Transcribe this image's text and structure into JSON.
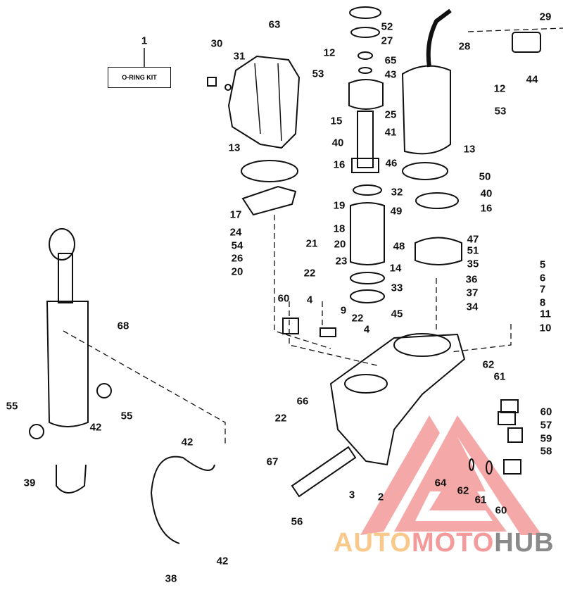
{
  "kit_box": "O-RING KIT",
  "labels": [
    "1",
    "30",
    "31",
    "63",
    "12",
    "53",
    "15",
    "40",
    "16",
    "13",
    "17",
    "24",
    "54",
    "26",
    "20",
    "21",
    "19",
    "18",
    "20",
    "22",
    "23",
    "60",
    "4",
    "9",
    "22",
    "4",
    "52",
    "27",
    "65",
    "43",
    "25",
    "41",
    "46",
    "14",
    "33",
    "45",
    "29",
    "28",
    "44",
    "12",
    "53",
    "13",
    "50",
    "40",
    "16",
    "32",
    "49",
    "47",
    "48",
    "51",
    "35",
    "36",
    "37",
    "34",
    "5",
    "6",
    "7",
    "8",
    "11",
    "10",
    "62",
    "61",
    "60",
    "57",
    "59",
    "58",
    "64",
    "62",
    "61",
    "60",
    "68",
    "55",
    "55",
    "42",
    "39",
    "42",
    "66",
    "22",
    "67",
    "3",
    "2",
    "56",
    "38",
    "42"
  ],
  "watermark": {
    "part1": "AUTO",
    "part2": "MOTO",
    "part3": "HUB",
    "colors": {
      "auto": "#f9c98b",
      "moto": "#f49a9a",
      "hub": "#8a8a8a"
    }
  }
}
